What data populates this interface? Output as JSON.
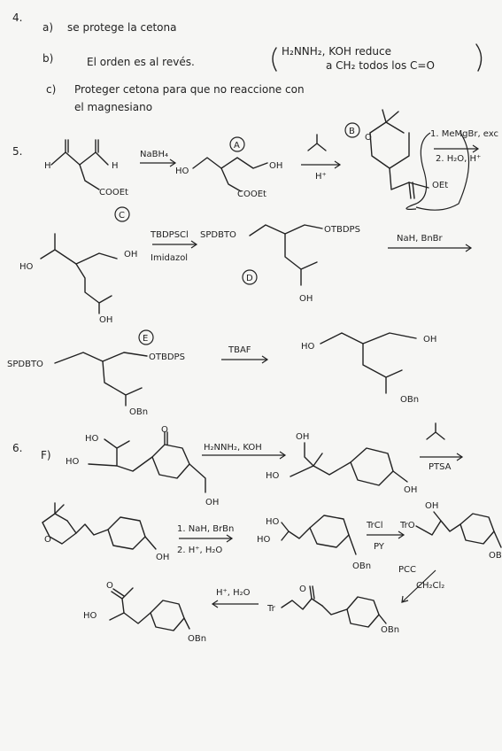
{
  "q4": {
    "number": "4.",
    "a_label": "a)",
    "a_text": "se protege la cetona",
    "b_label": "b)",
    "b_text": "El orden es al revés.",
    "b_note_1": "H₂NNH₂, KOH reduce",
    "b_note_2": "a CH₂ todos los C=O",
    "c_label": "c)",
    "c_text_1": "Proteger cetona para que no reaccione con",
    "c_text_2": "el magnesiano"
  },
  "q5": {
    "number": "5.",
    "step1_reagent": "NaBH₄",
    "label_A": "A",
    "step2_reagent": "H⁺",
    "label_B": "B",
    "grignard_1": "1. MeMgBr, exc",
    "grignard_2": "2. H₂O, H⁺",
    "label_C": "C",
    "tbdps_1": "TBDPSCl",
    "tbdps_2": "Imidazol",
    "label_D": "D",
    "nah_reagent": "NaH, BnBr",
    "label_E": "E",
    "tbaf_reagent": "TBAF",
    "atoms": {
      "h1": "H",
      "h2": "H",
      "cooet1": "COOEt",
      "ho_a": "HO",
      "oh_a": "OH",
      "cooet2": "COOEt",
      "o_ring": "O",
      "oet": "OEt",
      "ho_c": "HO",
      "oh_c1": "OH",
      "oh_c2": "OH",
      "sptbdo": "SPDBTO",
      "otbdps_d": "OTBDPS",
      "oh_d": "OH",
      "sptbdo_e": "SPDBTO",
      "otbdps_e": "OTBDPS",
      "obn_e": "OBn",
      "ho_f": "HO",
      "oh_f": "OH",
      "obn_f": "OBn"
    }
  },
  "q6": {
    "number": "6.",
    "f_label": "F)",
    "step1_reagent": "H₂NNH₂, KOH",
    "step2_reagent": "PTSA",
    "step3_reagent_1": "1. NaH, BrBn",
    "step3_reagent_2": "2. H⁺, H₂O",
    "step4_reagent_1": "TrCl",
    "step4_reagent_2": "PY",
    "step5_reagent_1": "PCC",
    "step5_reagent_2": "CH₂Cl₂",
    "step6_reagent": "H⁺, H₂O",
    "atoms": {
      "ho1": "HO",
      "ho2": "HO",
      "o_k": "O",
      "oh_k": "OH",
      "oh_r1": "OH",
      "ho_r1": "HO",
      "oh_r1b": "OH",
      "o_acetal": "O",
      "oh_acetal": "OH",
      "ho_d1": "HO",
      "ho_d2": "HO",
      "obn_d": "OBn",
      "tro": "TrO",
      "oh_t": "OH",
      "obn_t": "OBn",
      "o_pcc": "O",
      "tr_pcc": "Tr",
      "obn_pcc": "OBn",
      "ho_final": "HO",
      "o_final": "O",
      "obn_final": "OBn"
    }
  }
}
